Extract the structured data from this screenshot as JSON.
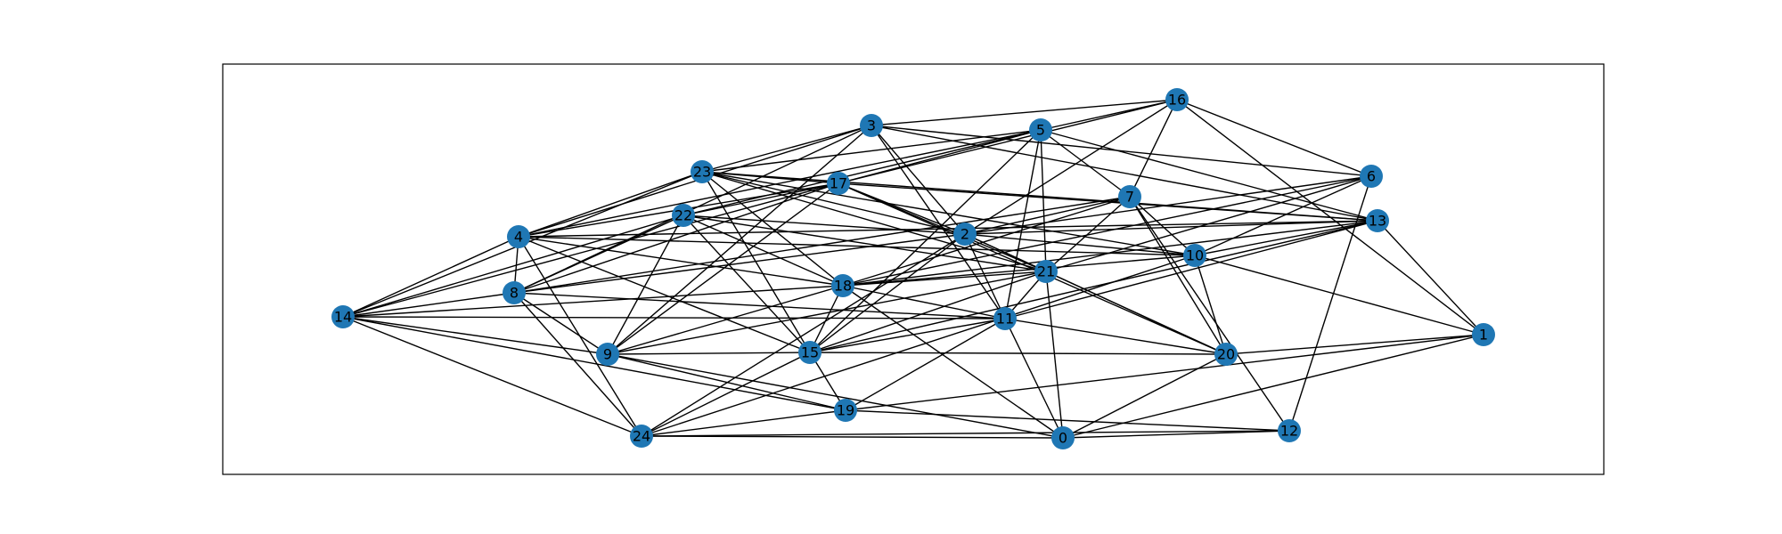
{
  "colors": {
    "node": "#1f77b4",
    "edge": "#000000",
    "frame": "#000000",
    "background": "#ffffff"
  },
  "graph": {
    "nodes": [
      "0",
      "1",
      "2",
      "3",
      "4",
      "5",
      "6",
      "7",
      "8",
      "9",
      "10",
      "11",
      "12",
      "13",
      "14",
      "15",
      "16",
      "17",
      "18",
      "19",
      "20",
      "21",
      "22",
      "23",
      "24"
    ],
    "edges": [
      [
        "16",
        "5"
      ],
      [
        "16",
        "3"
      ],
      [
        "16",
        "17"
      ],
      [
        "16",
        "2"
      ],
      [
        "16",
        "7"
      ],
      [
        "16",
        "6"
      ],
      [
        "16",
        "1"
      ],
      [
        "5",
        "17"
      ],
      [
        "5",
        "23"
      ],
      [
        "5",
        "7"
      ],
      [
        "5",
        "13"
      ],
      [
        "5",
        "15"
      ],
      [
        "5",
        "11"
      ],
      [
        "5",
        "21"
      ],
      [
        "5",
        "22"
      ],
      [
        "5",
        "4"
      ],
      [
        "3",
        "23"
      ],
      [
        "3",
        "4"
      ],
      [
        "3",
        "8"
      ],
      [
        "3",
        "9"
      ],
      [
        "3",
        "6"
      ],
      [
        "3",
        "13"
      ],
      [
        "3",
        "2"
      ],
      [
        "3",
        "11"
      ],
      [
        "23",
        "17"
      ],
      [
        "23",
        "2"
      ],
      [
        "23",
        "10"
      ],
      [
        "23",
        "21"
      ],
      [
        "23",
        "13"
      ],
      [
        "23",
        "18"
      ],
      [
        "23",
        "15"
      ],
      [
        "23",
        "14"
      ],
      [
        "23",
        "4"
      ],
      [
        "17",
        "22"
      ],
      [
        "17",
        "2"
      ],
      [
        "17",
        "8"
      ],
      [
        "17",
        "4"
      ],
      [
        "17",
        "21"
      ],
      [
        "17",
        "20"
      ],
      [
        "17",
        "13"
      ],
      [
        "17",
        "9"
      ],
      [
        "17",
        "14"
      ],
      [
        "22",
        "2"
      ],
      [
        "22",
        "21"
      ],
      [
        "22",
        "18"
      ],
      [
        "22",
        "15"
      ],
      [
        "22",
        "9"
      ],
      [
        "22",
        "8"
      ],
      [
        "22",
        "14"
      ],
      [
        "7",
        "2"
      ],
      [
        "7",
        "10"
      ],
      [
        "7",
        "20"
      ],
      [
        "7",
        "12"
      ],
      [
        "7",
        "21"
      ],
      [
        "7",
        "18"
      ],
      [
        "7",
        "8"
      ],
      [
        "6",
        "2"
      ],
      [
        "6",
        "10"
      ],
      [
        "6",
        "18"
      ],
      [
        "6",
        "12"
      ],
      [
        "6",
        "21"
      ],
      [
        "13",
        "2"
      ],
      [
        "13",
        "18"
      ],
      [
        "13",
        "1"
      ],
      [
        "13",
        "10"
      ],
      [
        "13",
        "11"
      ],
      [
        "13",
        "15"
      ],
      [
        "13",
        "4"
      ],
      [
        "4",
        "8"
      ],
      [
        "4",
        "14"
      ],
      [
        "4",
        "18"
      ],
      [
        "4",
        "15"
      ],
      [
        "4",
        "24"
      ],
      [
        "4",
        "10"
      ],
      [
        "2",
        "11"
      ],
      [
        "2",
        "20"
      ],
      [
        "2",
        "8"
      ],
      [
        "2",
        "15"
      ],
      [
        "2",
        "21"
      ],
      [
        "2",
        "10"
      ],
      [
        "2",
        "24"
      ],
      [
        "10",
        "18"
      ],
      [
        "10",
        "1"
      ],
      [
        "10",
        "20"
      ],
      [
        "10",
        "24"
      ],
      [
        "21",
        "18"
      ],
      [
        "21",
        "11"
      ],
      [
        "21",
        "15"
      ],
      [
        "21",
        "0"
      ],
      [
        "21",
        "9"
      ],
      [
        "21",
        "20"
      ],
      [
        "18",
        "11"
      ],
      [
        "18",
        "14"
      ],
      [
        "18",
        "15"
      ],
      [
        "18",
        "9"
      ],
      [
        "18",
        "0"
      ],
      [
        "8",
        "14"
      ],
      [
        "8",
        "11"
      ],
      [
        "8",
        "9"
      ],
      [
        "8",
        "24"
      ],
      [
        "14",
        "9"
      ],
      [
        "14",
        "24"
      ],
      [
        "14",
        "19"
      ],
      [
        "14",
        "11"
      ],
      [
        "11",
        "0"
      ],
      [
        "11",
        "19"
      ],
      [
        "11",
        "20"
      ],
      [
        "11",
        "15"
      ],
      [
        "9",
        "15"
      ],
      [
        "9",
        "19"
      ],
      [
        "9",
        "0"
      ],
      [
        "15",
        "20"
      ],
      [
        "15",
        "19"
      ],
      [
        "15",
        "24"
      ],
      [
        "20",
        "0"
      ],
      [
        "1",
        "0"
      ],
      [
        "1",
        "19"
      ],
      [
        "1",
        "20"
      ],
      [
        "19",
        "24"
      ],
      [
        "19",
        "12"
      ],
      [
        "24",
        "0"
      ],
      [
        "24",
        "12"
      ],
      [
        "0",
        "12"
      ]
    ]
  }
}
